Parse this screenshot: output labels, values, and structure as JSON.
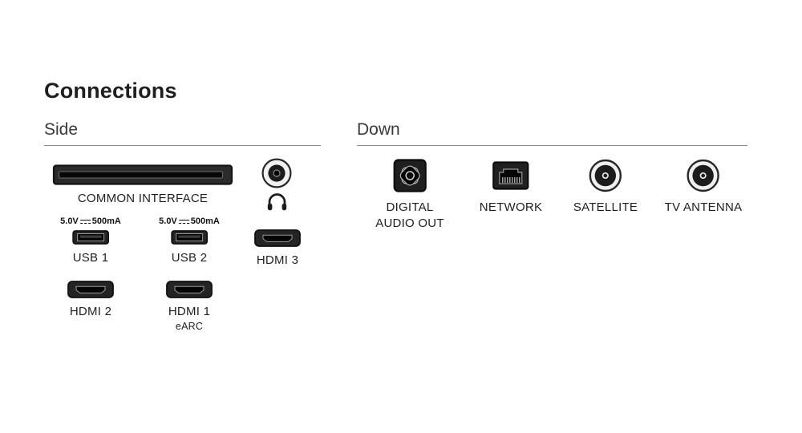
{
  "title": "Connections",
  "side": {
    "heading": "Side",
    "common_interface": {
      "label": "COMMON INTERFACE"
    },
    "usb1": {
      "voltage": "5.0V",
      "current": "500mA",
      "label": "USB 1"
    },
    "usb2": {
      "voltage": "5.0V",
      "current": "500mA",
      "label": "USB 2"
    },
    "hdmi3": {
      "label": "HDMI 3"
    },
    "hdmi2": {
      "label": "HDMI 2"
    },
    "hdmi1": {
      "label": "HDMI 1",
      "sublabel": "eARC"
    }
  },
  "down": {
    "heading": "Down",
    "digital_audio_out": {
      "line1": "DIGITAL",
      "line2": "AUDIO OUT"
    },
    "network": {
      "label": "NETWORK"
    },
    "satellite": {
      "label": "SATELLITE"
    },
    "tv_antenna": {
      "label": "TV ANTENNA"
    }
  },
  "colors": {
    "ink": "#1f1f1f",
    "rule_line": "#8a8a8a",
    "port_body": "#222222",
    "port_slot": "#060606"
  }
}
